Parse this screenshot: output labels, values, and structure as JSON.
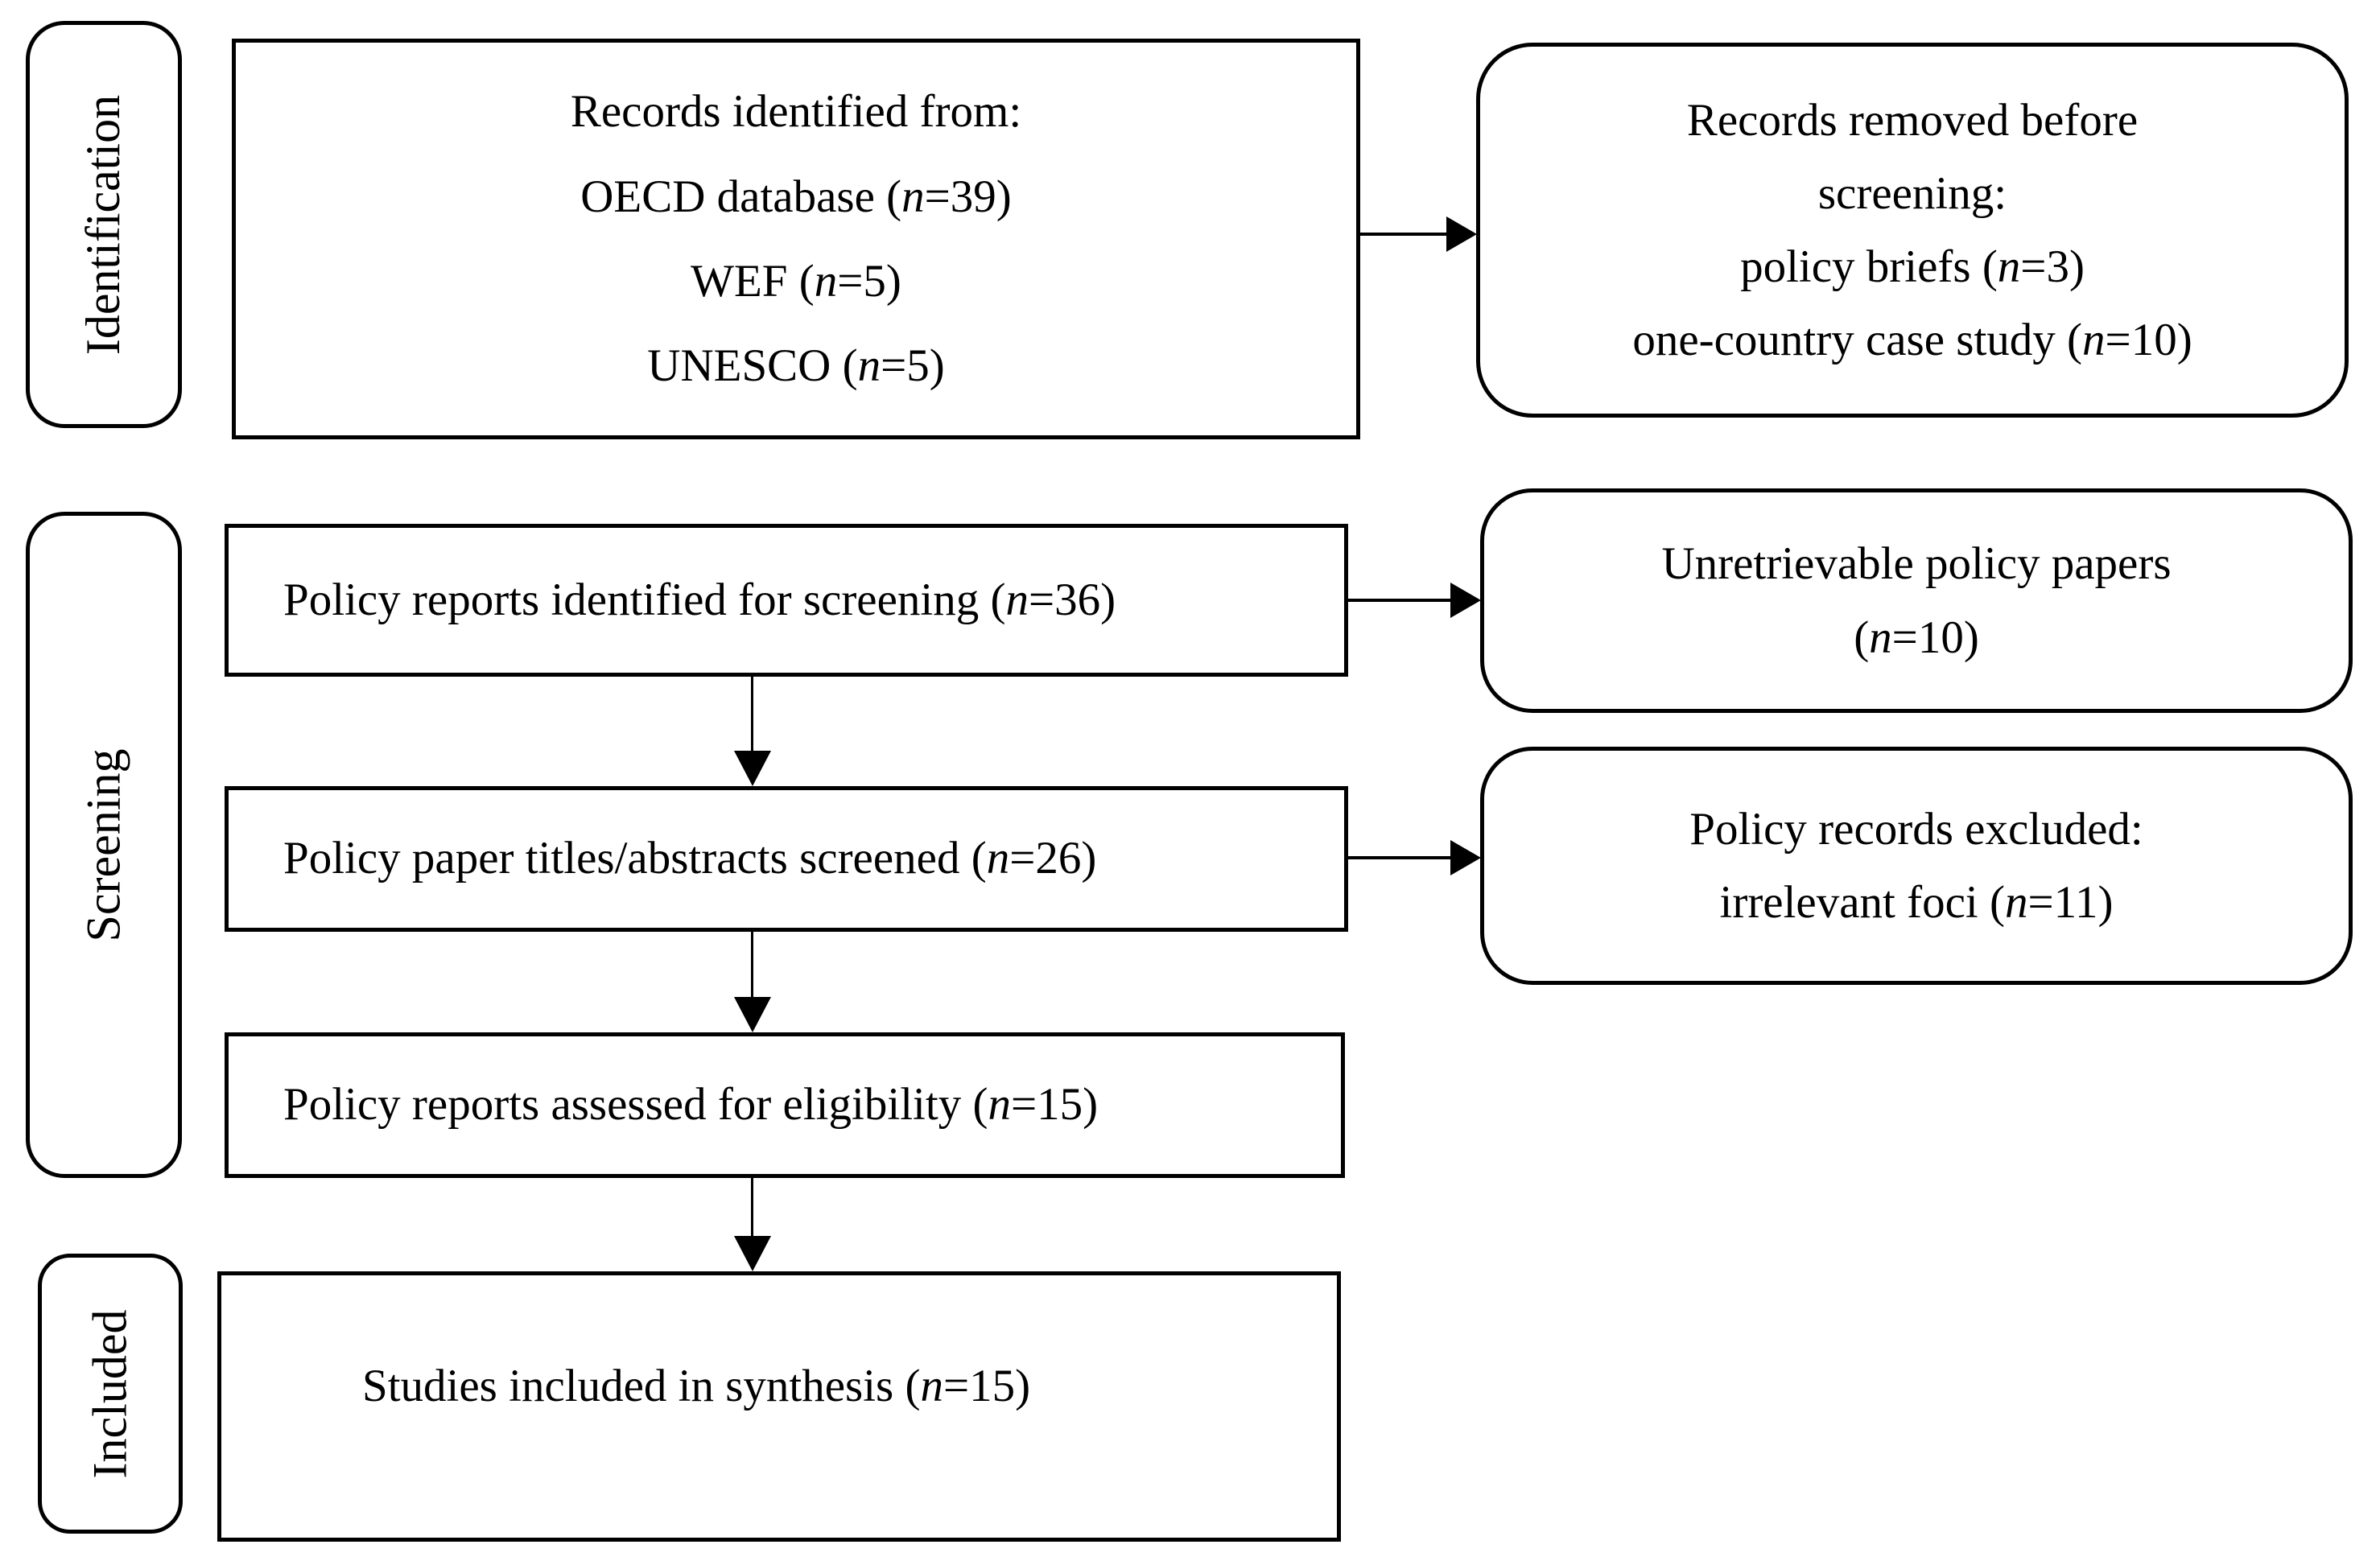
{
  "stages": [
    {
      "label": "Identification"
    },
    {
      "label": "Screening"
    },
    {
      "label": "Included"
    }
  ],
  "boxes": {
    "records_identified": {
      "lines": [
        "Records identified from:",
        "OECD database  (n=39)",
        "WEF (n=5)",
        "UNESCO (n=5)"
      ]
    },
    "records_removed": {
      "lines": [
        "Records removed before",
        "screening:",
        "policy briefs (n=3)",
        "one-country case study (n=10)"
      ]
    },
    "reports_screening": {
      "lines": [
        "Policy reports identified for screening (n=36)"
      ]
    },
    "unretrievable_papers": {
      "lines": [
        "Unretrievable policy papers",
        "(n=10)"
      ]
    },
    "titles_abstracts_screened": {
      "lines": [
        "Policy paper titles/abstracts screened (n=26)"
      ]
    },
    "records_excluded": {
      "lines": [
        "Policy records excluded:",
        "irrelevant foci (n=11)"
      ]
    },
    "reports_assessed": {
      "lines": [
        "Policy reports assessed for eligibility (n=15)"
      ]
    },
    "studies_included": {
      "lines": [
        "Studies included in synthesis (n=15)"
      ]
    }
  },
  "colors": {
    "border": "#000000",
    "text": "#000000",
    "background": "#ffffff"
  }
}
